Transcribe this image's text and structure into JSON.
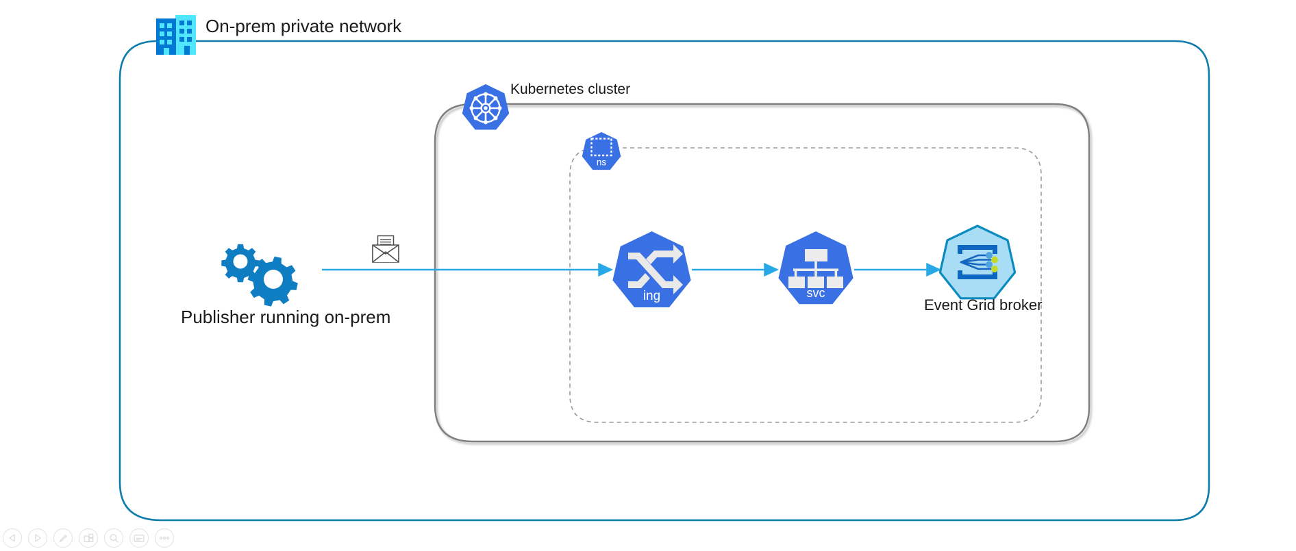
{
  "diagram": {
    "title": "On-prem private network",
    "type": "architecture-diagram",
    "boundaries": [
      {
        "id": "on-prem",
        "label": "On-prem private network",
        "style": "solid-rounded",
        "color": "#0E7DAC",
        "icon": "office-building-icon"
      },
      {
        "id": "kubernetes-cluster",
        "label": "Kubernetes cluster",
        "style": "solid-rounded",
        "color": "#7F7F7F",
        "icon": "kubernetes-icon"
      },
      {
        "id": "namespace",
        "label": "ns",
        "style": "dashed-rounded",
        "color": "#999999",
        "icon": "kubernetes-namespace-icon"
      }
    ],
    "nodes": [
      {
        "id": "publisher",
        "label": "Publisher running on-prem",
        "icon": "gears-icon",
        "color": "#0F7DC2"
      },
      {
        "id": "message",
        "label": "",
        "icon": "envelope-icon",
        "color": "#4D4D4D"
      },
      {
        "id": "ingress",
        "label": "ing",
        "icon": "kubernetes-ingress-icon",
        "color": "#3970E4"
      },
      {
        "id": "service",
        "label": "svc",
        "icon": "kubernetes-service-icon",
        "color": "#3970E4"
      },
      {
        "id": "event-grid-broker",
        "label": "Event Grid broker",
        "icon": "event-grid-icon",
        "color": "#9FD9F6"
      }
    ],
    "connectors": [
      {
        "from": "publisher",
        "to": "ingress",
        "color": "#29A8E8",
        "arrow": true
      },
      {
        "from": "ingress",
        "to": "service",
        "color": "#29A8E8",
        "arrow": true
      },
      {
        "from": "service",
        "to": "event-grid-broker",
        "color": "#29A8E8",
        "arrow": true
      }
    ],
    "labels": {
      "on_prem": "On-prem private network",
      "kubernetes_cluster": "Kubernetes cluster",
      "namespace": "ns",
      "publisher": "Publisher running on-prem",
      "ingress": "ing",
      "service": "svc",
      "event_grid_broker": "Event Grid broker"
    }
  },
  "toolbar": {
    "buttons": [
      {
        "name": "previous-page-button",
        "icon": "triangle-left-icon",
        "label": "Previous"
      },
      {
        "name": "next-page-button",
        "icon": "triangle-right-icon",
        "label": "Next"
      },
      {
        "name": "edit-button",
        "icon": "pencil-icon",
        "label": "Edit"
      },
      {
        "name": "layers-button",
        "icon": "layers-icon",
        "label": "Layers"
      },
      {
        "name": "zoom-button",
        "icon": "magnifier-icon",
        "label": "Zoom"
      },
      {
        "name": "presentation-button",
        "icon": "slide-icon",
        "label": "Presentation"
      },
      {
        "name": "more-options-button",
        "icon": "ellipsis-icon",
        "label": "More"
      }
    ]
  }
}
